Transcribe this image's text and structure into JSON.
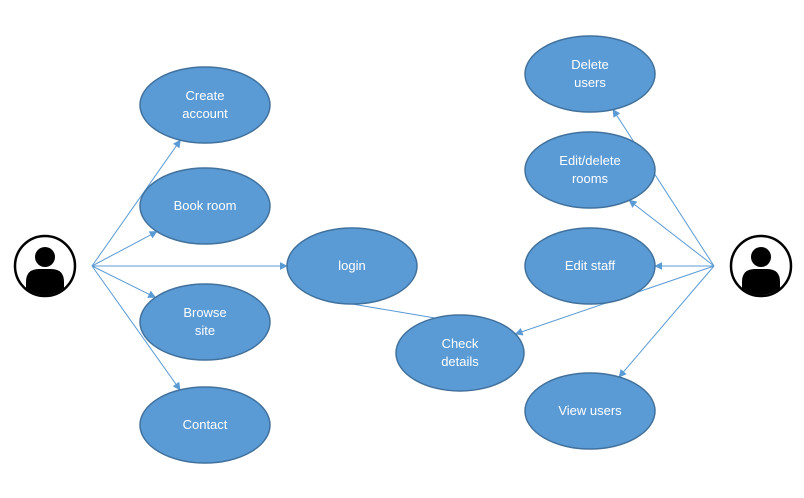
{
  "colors": {
    "node_fill": "#5b9bd5",
    "node_stroke": "#41719c",
    "connector": "#5b9bd5",
    "actor": "#000000",
    "node_text": "#ffffff"
  },
  "actors": [
    {
      "id": "user",
      "icon": "person-icon"
    },
    {
      "id": "admin",
      "icon": "person-icon"
    }
  ],
  "use_cases": [
    {
      "id": "create-account",
      "lines": [
        "Create",
        "account"
      ]
    },
    {
      "id": "book-room",
      "lines": [
        "Book room"
      ]
    },
    {
      "id": "browse-site",
      "lines": [
        "Browse",
        "site"
      ]
    },
    {
      "id": "contact",
      "lines": [
        "Contact"
      ]
    },
    {
      "id": "login",
      "lines": [
        "login"
      ]
    },
    {
      "id": "check-details",
      "lines": [
        "Check",
        "details"
      ]
    },
    {
      "id": "delete-users",
      "lines": [
        "Delete",
        "users"
      ]
    },
    {
      "id": "edit-delete-rooms",
      "lines": [
        "Edit/delete",
        "rooms"
      ]
    },
    {
      "id": "edit-staff",
      "lines": [
        "Edit staff"
      ]
    },
    {
      "id": "view-users",
      "lines": [
        "View users"
      ]
    }
  ],
  "connections": [
    {
      "from": "user",
      "to": "create-account",
      "arrow": true
    },
    {
      "from": "user",
      "to": "book-room",
      "arrow": true
    },
    {
      "from": "user",
      "to": "login",
      "arrow": true
    },
    {
      "from": "user",
      "to": "browse-site",
      "arrow": true
    },
    {
      "from": "user",
      "to": "contact",
      "arrow": true
    },
    {
      "from": "login",
      "to": "check-details",
      "arrow": false
    },
    {
      "from": "admin",
      "to": "delete-users",
      "arrow": true
    },
    {
      "from": "admin",
      "to": "edit-delete-rooms",
      "arrow": true
    },
    {
      "from": "admin",
      "to": "edit-staff",
      "arrow": true
    },
    {
      "from": "admin",
      "to": "check-details",
      "arrow": true
    },
    {
      "from": "admin",
      "to": "view-users",
      "arrow": true
    }
  ]
}
